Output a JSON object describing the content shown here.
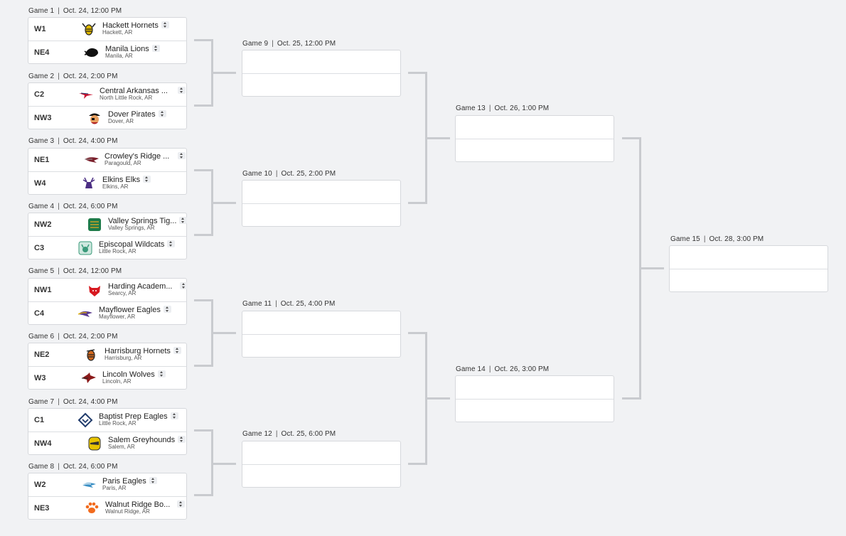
{
  "round1": [
    {
      "label": "Game 1",
      "date": "Oct. 24, 12:00 PM",
      "teams": [
        {
          "seed": "W1",
          "name": "Hackett Hornets",
          "loc": "Hackett, AR",
          "logo": "hornet-logo-icon",
          "color": "#e0b800"
        },
        {
          "seed": "NE4",
          "name": "Manila Lions",
          "loc": "Manila, AR",
          "logo": "lion-logo-icon",
          "color": "#111111"
        }
      ]
    },
    {
      "label": "Game 2",
      "date": "Oct. 24, 2:00 PM",
      "teams": [
        {
          "seed": "C2",
          "name": "Central Arkansas ...",
          "loc": "North Little Rock, AR",
          "logo": "bird-logo-icon",
          "color": "#c8102e"
        },
        {
          "seed": "NW3",
          "name": "Dover Pirates",
          "loc": "Dover, AR",
          "logo": "pirate-logo-icon",
          "color": "#b22222"
        }
      ]
    },
    {
      "label": "Game 3",
      "date": "Oct. 24, 4:00 PM",
      "teams": [
        {
          "seed": "NE1",
          "name": "Crowley's Ridge ...",
          "loc": "Paragould, AR",
          "logo": "falcon-logo-icon",
          "color": "#7a1f2b"
        },
        {
          "seed": "W4",
          "name": "Elkins Elks",
          "loc": "Elkins, AR",
          "logo": "elk-logo-icon",
          "color": "#4b2e83"
        }
      ]
    },
    {
      "label": "Game 4",
      "date": "Oct. 24, 6:00 PM",
      "teams": [
        {
          "seed": "NW2",
          "name": "Valley Springs Tig...",
          "loc": "Valley Springs, AR",
          "logo": "tiger-logo-icon",
          "color": "#1e7b4a"
        },
        {
          "seed": "C3",
          "name": "Episcopal Wildcats",
          "loc": "Little Rock, AR",
          "logo": "wildcat-logo-icon",
          "color": "#3a9a7a"
        }
      ]
    },
    {
      "label": "Game 5",
      "date": "Oct. 24, 12:00 PM",
      "teams": [
        {
          "seed": "NW1",
          "name": "Harding Academ...",
          "loc": "Searcy, AR",
          "logo": "bison-logo-icon",
          "color": "#d71920"
        },
        {
          "seed": "C4",
          "name": "Mayflower Eagles",
          "loc": "Mayflower, AR",
          "logo": "eagle-logo-icon",
          "color": "#5b3a8c"
        }
      ]
    },
    {
      "label": "Game 6",
      "date": "Oct. 24, 2:00 PM",
      "teams": [
        {
          "seed": "NE2",
          "name": "Harrisburg Hornets",
          "loc": "Harrisburg, AR",
          "logo": "hornet-logo-icon",
          "color": "#d2691e"
        },
        {
          "seed": "W3",
          "name": "Lincoln Wolves",
          "loc": "Lincoln, AR",
          "logo": "wolf-logo-icon",
          "color": "#8b1a1a"
        }
      ]
    },
    {
      "label": "Game 7",
      "date": "Oct. 24, 4:00 PM",
      "teams": [
        {
          "seed": "C1",
          "name": "Baptist Prep Eagles",
          "loc": "Little Rock, AR",
          "logo": "shield-logo-icon",
          "color": "#1f3a6b"
        },
        {
          "seed": "NW4",
          "name": "Salem Greyhounds",
          "loc": "Salem, AR",
          "logo": "greyhound-logo-icon",
          "color": "#e8c400"
        }
      ]
    },
    {
      "label": "Game 8",
      "date": "Oct. 24, 6:00 PM",
      "teams": [
        {
          "seed": "W2",
          "name": "Paris Eagles",
          "loc": "Paris, AR",
          "logo": "eagle-logo-icon",
          "color": "#3b8fc4"
        },
        {
          "seed": "NE3",
          "name": "Walnut Ridge Bo...",
          "loc": "Walnut Ridge, AR",
          "logo": "paw-logo-icon",
          "color": "#f26b1d"
        }
      ]
    }
  ],
  "round2": [
    {
      "label": "Game 9",
      "date": "Oct. 25, 12:00 PM"
    },
    {
      "label": "Game 10",
      "date": "Oct. 25, 2:00 PM"
    },
    {
      "label": "Game 11",
      "date": "Oct. 25, 4:00 PM"
    },
    {
      "label": "Game 12",
      "date": "Oct. 25, 6:00 PM"
    }
  ],
  "round3": [
    {
      "label": "Game 13",
      "date": "Oct. 26, 1:00 PM"
    },
    {
      "label": "Game 14",
      "date": "Oct. 26, 3:00 PM"
    }
  ],
  "final": {
    "label": "Game 15",
    "date": "Oct. 28, 3:00 PM"
  },
  "colors": {
    "background": "#f1f2f4",
    "connector": "#c9cbcf",
    "border": "#d6d8dc"
  }
}
